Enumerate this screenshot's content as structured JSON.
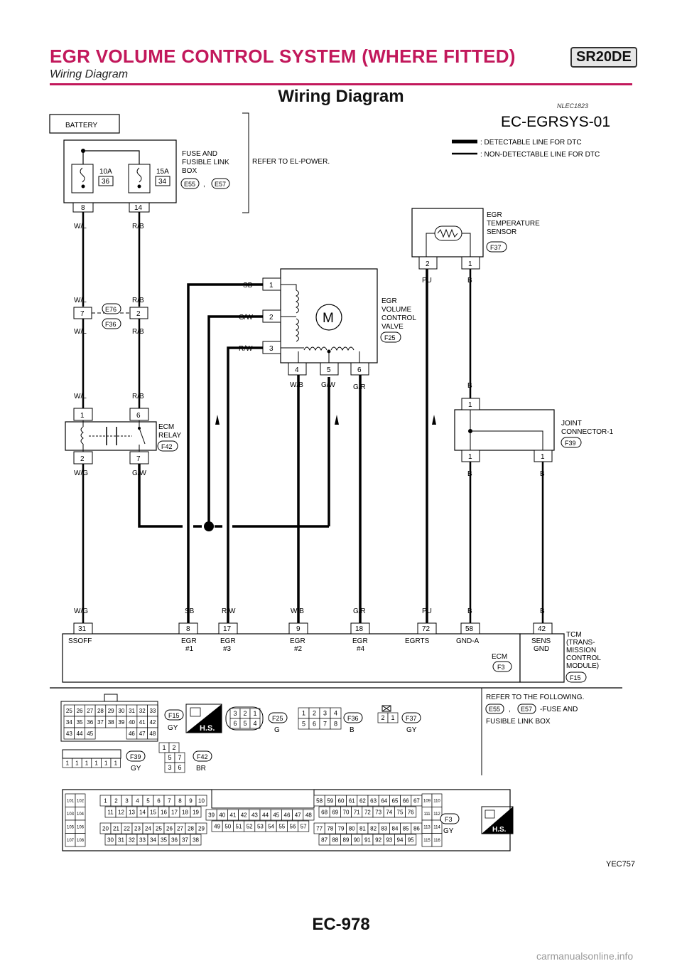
{
  "header": {
    "title": "EGR VOLUME CONTROL SYSTEM (WHERE FITTED)",
    "badge": "SR20DE",
    "subtitle": "Wiring Diagram"
  },
  "page_title": "Wiring Diagram",
  "reference_code": "NLEC1823",
  "diagram_id": "EC-EGRSYS-01",
  "legend": {
    "detectable": ": DETECTABLE LINE FOR DTC",
    "non_detectable": ": NON-DETECTABLE LINE FOR DTC"
  },
  "battery": "BATTERY",
  "fuse_box": {
    "label": [
      "FUSE AND",
      "FUSIBLE LINK",
      "BOX"
    ],
    "fuse1": {
      "rating": "10A",
      "number": "36"
    },
    "fuse2": {
      "rating": "15A",
      "number": "34"
    },
    "conn1": "E55",
    "conn2": "E57",
    "sep": ",",
    "pin1": "8",
    "pin2": "14",
    "refer": "REFER TO EL-POWER."
  },
  "wires": {
    "wl": "W/L",
    "rb": "R/B",
    "wg": "W/G",
    "gw": "G/W",
    "sb": "SB",
    "rw": "R/W",
    "wb": "W/B",
    "gr": "G/R",
    "pu": "PU",
    "b": "B"
  },
  "inline_connector": {
    "pin1": "7",
    "pin2": "2",
    "c1": "E76",
    "c2": "F36"
  },
  "ecm_relay": {
    "label": [
      "ECM",
      "RELAY"
    ],
    "connector": "F42",
    "pins": [
      "1",
      "6",
      "2",
      "7"
    ]
  },
  "egr_valve": {
    "label": [
      "EGR",
      "VOLUME",
      "CONTROL",
      "VALVE"
    ],
    "connector": "F25",
    "motor": "M",
    "pins": [
      "1",
      "2",
      "3",
      "4",
      "5",
      "6"
    ]
  },
  "egr_sensor": {
    "label": [
      "EGR",
      "TEMPERATURE",
      "SENSOR"
    ],
    "connector": "F37",
    "pins": [
      "2",
      "1"
    ]
  },
  "joint": {
    "label": [
      "JOINT",
      "CONNECTOR-1"
    ],
    "connector": "F39",
    "pins": [
      "1",
      "1",
      "1"
    ]
  },
  "ecm": {
    "label": "ECM",
    "connector": "F3",
    "terminals": [
      {
        "pin": "31",
        "name": "SSOFF",
        "sub": ""
      },
      {
        "pin": "8",
        "name": "EGR",
        "sub": "#1"
      },
      {
        "pin": "17",
        "name": "EGR",
        "sub": "#3"
      },
      {
        "pin": "9",
        "name": "EGR",
        "sub": "#2"
      },
      {
        "pin": "18",
        "name": "EGR",
        "sub": "#4"
      },
      {
        "pin": "72",
        "name": "EGRTS",
        "sub": ""
      },
      {
        "pin": "58",
        "name": "GND-A",
        "sub": ""
      }
    ]
  },
  "tcm": {
    "pin": "42",
    "pin_label": [
      "SENS",
      "GND"
    ],
    "label": [
      "TCM",
      "(TRANS-",
      "MISSION",
      "CONTROL",
      "MODULE)"
    ],
    "connector": "F15"
  },
  "connector_views": {
    "f15": {
      "id": "F15",
      "color": "GY",
      "rows": [
        [
          "25",
          "26",
          "27",
          "28",
          "29",
          "30",
          "31",
          "32",
          "33"
        ],
        [
          "34",
          "35",
          "36",
          "37",
          "38",
          "39",
          "40",
          "41",
          "42"
        ],
        [
          "43",
          "44",
          "45",
          "46",
          "47",
          "48"
        ]
      ]
    },
    "f25": {
      "id": "F25",
      "color": "G",
      "rows": [
        [
          "3",
          "2",
          "1"
        ],
        [
          "6",
          "5",
          "4"
        ]
      ]
    },
    "f36": {
      "id": "F36",
      "color": "B",
      "rows": [
        [
          "1",
          "2",
          "3",
          "4"
        ],
        [
          "5",
          "6",
          "7",
          "8"
        ]
      ]
    },
    "f37": {
      "id": "F37",
      "color": "GY",
      "rows": [
        [
          "2",
          "1"
        ]
      ]
    },
    "f39": {
      "id": "F39",
      "color": "GY",
      "rows": [
        [
          "1",
          "1",
          "1",
          "1",
          "1",
          "1"
        ]
      ]
    },
    "f42": {
      "id": "F42",
      "color": "BR",
      "rows": [
        [
          "1",
          "2"
        ],
        [
          "5",
          "7"
        ],
        [
          "3",
          "6"
        ]
      ]
    },
    "f3": {
      "id": "F3",
      "color": "GY"
    },
    "hs": "H.S."
  },
  "ecm_connector_rows": {
    "left_small": [
      [
        "101",
        "102"
      ],
      [
        "103",
        "104"
      ],
      [
        "105",
        "106"
      ],
      [
        "107",
        "108"
      ]
    ],
    "a1": [
      "1",
      "2",
      "3",
      "4",
      "5",
      "6",
      "7",
      "8",
      "9",
      "10"
    ],
    "a2": [
      "11",
      "12",
      "13",
      "14",
      "15",
      "16",
      "17",
      "18",
      "19"
    ],
    "a3": [
      "20",
      "21",
      "22",
      "23",
      "24",
      "25",
      "26",
      "27",
      "28",
      "29"
    ],
    "a4": [
      "30",
      "31",
      "32",
      "33",
      "34",
      "35",
      "36",
      "37",
      "38"
    ],
    "b1": [
      "39",
      "40",
      "41",
      "42",
      "43",
      "44",
      "45",
      "46",
      "47",
      "48"
    ],
    "b2": [
      "49",
      "50",
      "51",
      "52",
      "53",
      "54",
      "55",
      "56",
      "57"
    ],
    "c1": [
      "58",
      "59",
      "60",
      "61",
      "62",
      "63",
      "64",
      "65",
      "66",
      "67"
    ],
    "c2": [
      "68",
      "69",
      "70",
      "71",
      "72",
      "73",
      "74",
      "75",
      "76"
    ],
    "c3": [
      "77",
      "78",
      "79",
      "80",
      "81",
      "82",
      "83",
      "84",
      "85",
      "86"
    ],
    "c4": [
      "87",
      "88",
      "89",
      "90",
      "91",
      "92",
      "93",
      "94",
      "95"
    ],
    "right_small": [
      [
        "109",
        "110"
      ],
      [
        "111",
        "112"
      ],
      [
        "113",
        "114"
      ],
      [
        "115",
        "116"
      ]
    ]
  },
  "refer_box": {
    "line1": "REFER TO THE FOLLOWING.",
    "c1": "E55",
    "c2": "E57",
    "sep": ",",
    "line2": "-FUSE AND",
    "line3": "FUSIBLE LINK BOX"
  },
  "figure_id": "YEC757",
  "page_number": "EC-978",
  "watermark": "carmanualsonline.info"
}
